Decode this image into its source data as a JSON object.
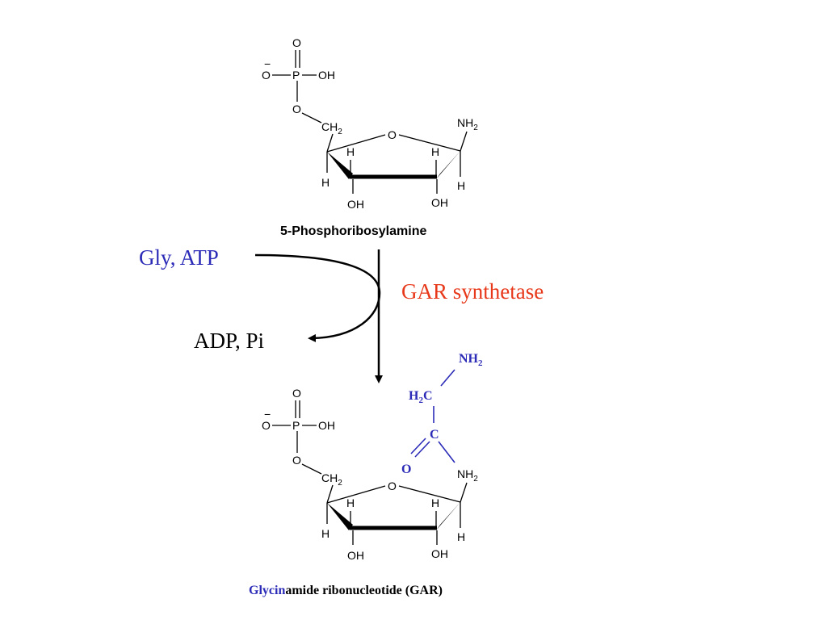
{
  "colors": {
    "reagent_blue": "#2b2bb8",
    "enzyme_red": "#e8381a",
    "black": "#000000"
  },
  "labels": {
    "top_molecule_name": "5-Phosphoribosylamine",
    "reagents_in": "Gly, ATP",
    "reagents_out": "ADP, Pi",
    "enzyme": "GAR synthetase",
    "product_name_highlight": "Glycin",
    "product_name_rest": "amide ribonucleotide (GAR)"
  },
  "atoms": {
    "phosphate_O_top": "O",
    "phosphate_O_minus": "O",
    "charge_minus": "−",
    "phosphorus": "P",
    "hydroxyl": "OH",
    "ester_O": "O",
    "methylene": "CH",
    "subscript_2": "2",
    "ring_O": "O",
    "amine": "NH",
    "hydrogen": "H",
    "glycyl_NH": "NH",
    "glycyl_H": "H",
    "glycyl_C": "C",
    "glycyl_carbonyl_C": "C",
    "glycyl_O": "O"
  }
}
